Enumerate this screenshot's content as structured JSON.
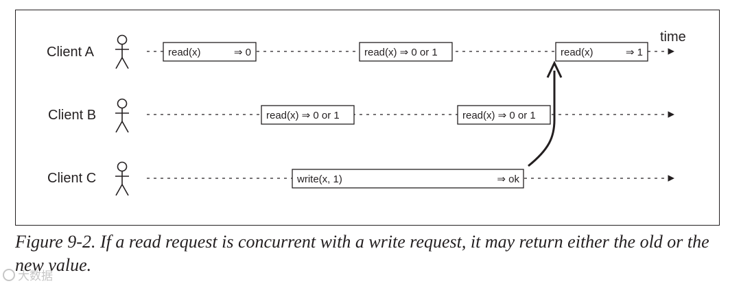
{
  "diagram": {
    "time_label": "time",
    "clients": [
      {
        "name": "Client A",
        "operations": [
          {
            "op": "read(x)",
            "result": "⇒ 0"
          },
          {
            "op": "read(x) ⇒ 0 or 1",
            "result": ""
          },
          {
            "op": "read(x)",
            "result": "⇒ 1"
          }
        ]
      },
      {
        "name": "Client B",
        "operations": [
          {
            "op": "read(x) ⇒ 0 or 1",
            "result": ""
          },
          {
            "op": "read(x) ⇒ 0 or 1",
            "result": ""
          }
        ]
      },
      {
        "name": "Client C",
        "operations": [
          {
            "op": "write(x, 1)",
            "result": "⇒ ok"
          }
        ]
      }
    ]
  },
  "caption": "Figure 9-2. If a read request is concurrent with a write request, it may return either the old or the new value.",
  "watermark": "大数据"
}
